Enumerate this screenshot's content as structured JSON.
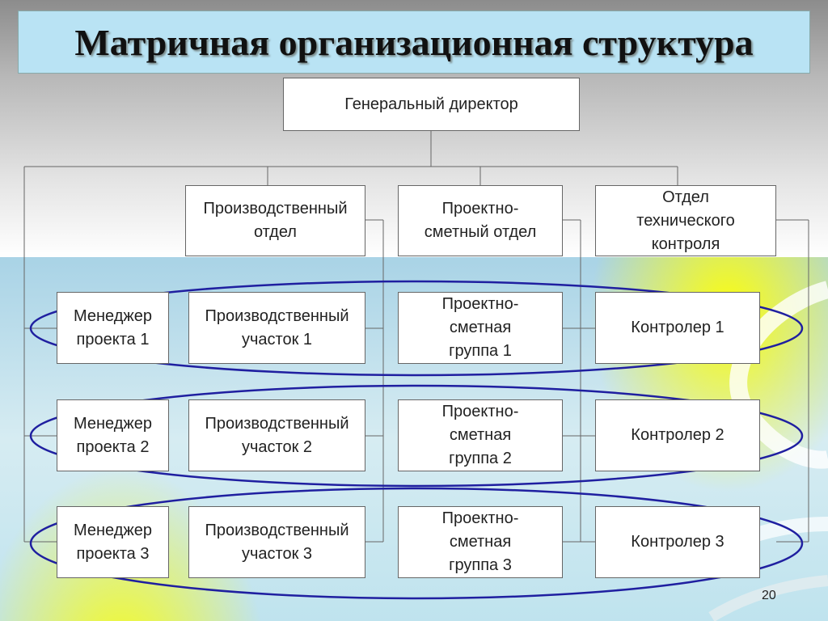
{
  "slide": {
    "title": "Матричная организационная структура",
    "page_number": "20"
  },
  "director": {
    "label": "Генеральный директор"
  },
  "departments": [
    {
      "label": "Производственный\nотдел"
    },
    {
      "label": "Проектно-\nсметный отдел"
    },
    {
      "label": "Отдел\nтехнического\nконтроля"
    }
  ],
  "rows": [
    {
      "manager": "Менеджер\nпроекта 1",
      "section": "Производственный\nучасток 1",
      "group": "Проектно-\nсметная\nгруппа 1",
      "controller": "Контролер 1"
    },
    {
      "manager": "Менеджер\nпроекта 2",
      "section": "Производственный\nучасток 2",
      "group": "Проектно-\nсметная\nгруппа 2",
      "controller": "Контролер 2"
    },
    {
      "manager": "Менеджер\nпроекта 3",
      "section": "Производственный\nучасток 3",
      "group": "Проектно-\nсметная\nгруппа 3",
      "controller": "Контролер 3"
    }
  ],
  "colors": {
    "ellipse_stroke": "#1f1fa0",
    "title_background": "#b9e3f4",
    "highlight_yellow": "#ffff00"
  }
}
